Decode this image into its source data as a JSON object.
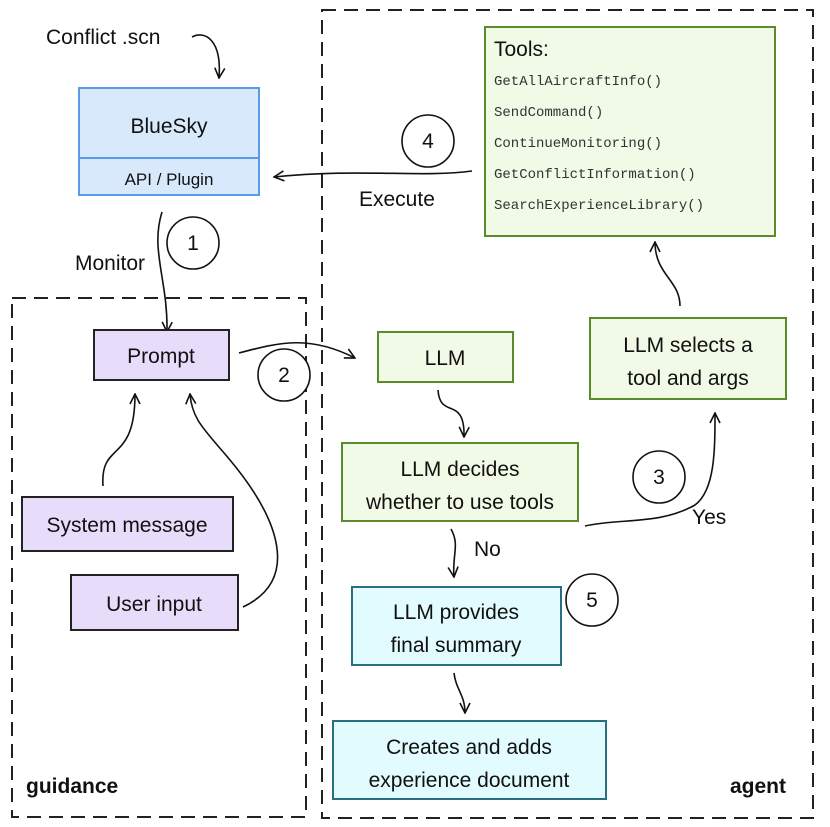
{
  "colors": {
    "bluesky_fill": "#d8e9fc",
    "bluesky_stroke": "#5b9be6",
    "guidance_fill": "#e8dcfb",
    "llm_fill": "#f0fae6",
    "llm_stroke": "#5a8c2c",
    "output_fill": "#e2fbfe",
    "output_stroke": "#2a6f80"
  },
  "groups": {
    "guidance": "guidance",
    "agent": "agent"
  },
  "inputs": {
    "scenario": "Conflict .scn"
  },
  "bluesky": {
    "title": "BlueSky",
    "subtitle": "API / Plugin"
  },
  "guidance_nodes": {
    "prompt": "Prompt",
    "system_message": "System message",
    "user_input": "User input"
  },
  "agent_nodes": {
    "llm": "LLM",
    "decides_line1": "LLM decides",
    "decides_line2": "whether to use tools",
    "selects_line1": "LLM selects a",
    "selects_line2": "tool and args",
    "summary_line1": "LLM provides",
    "summary_line2": "final summary",
    "experience_line1": "Creates and adds",
    "experience_line2": "experience document"
  },
  "tools": {
    "header": "Tools:",
    "items": [
      "GetAllAircraftInfo()",
      "SendCommand()",
      "ContinueMonitoring()",
      "GetConflictInformation()",
      "SearchExperienceLibrary()"
    ]
  },
  "edge_labels": {
    "monitor": "Monitor",
    "execute": "Execute",
    "yes": "Yes",
    "no": "No"
  },
  "steps": [
    "1",
    "2",
    "3",
    "4",
    "5"
  ]
}
